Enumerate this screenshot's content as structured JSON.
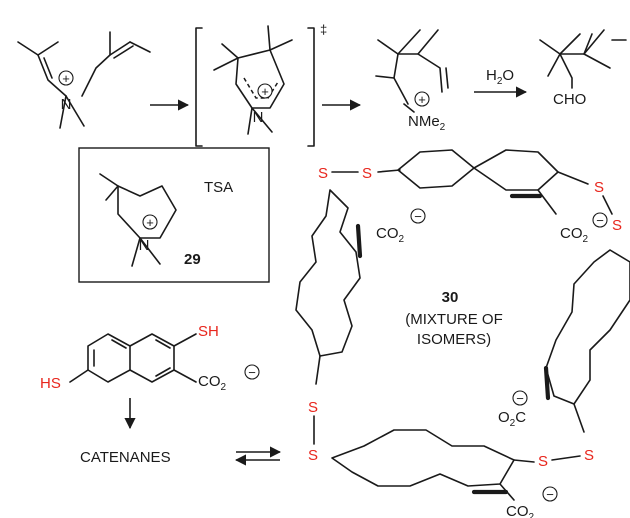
{
  "reaction": {
    "ts_symbol": "‡",
    "reagent_main": "H",
    "reagent_sub": "2",
    "reagent_tail": "O",
    "aldehyde": "CHO",
    "iminium_main": "NMe",
    "iminium_sub": "2"
  },
  "labels": {
    "n_atom": "N",
    "plus": "+",
    "minus": "−",
    "tsa": "TSA",
    "compound_29": "29",
    "compound_30": "30",
    "mixture_line1": "(MIXTURE OF",
    "mixture_line2": "ISOMERS)",
    "catenanes": "CATENANES",
    "sh": "SH",
    "hs": "HS",
    "sulfur": "S",
    "carboxylate_main": "CO",
    "carboxylate_sub": "2",
    "carboxylate_rev_main": "O",
    "carboxylate_rev_sub": "2",
    "carboxylate_rev_tail": "C"
  },
  "colors": {
    "bond": "#1a1a1a",
    "heteroatom_sulfur": "#e8261d"
  }
}
